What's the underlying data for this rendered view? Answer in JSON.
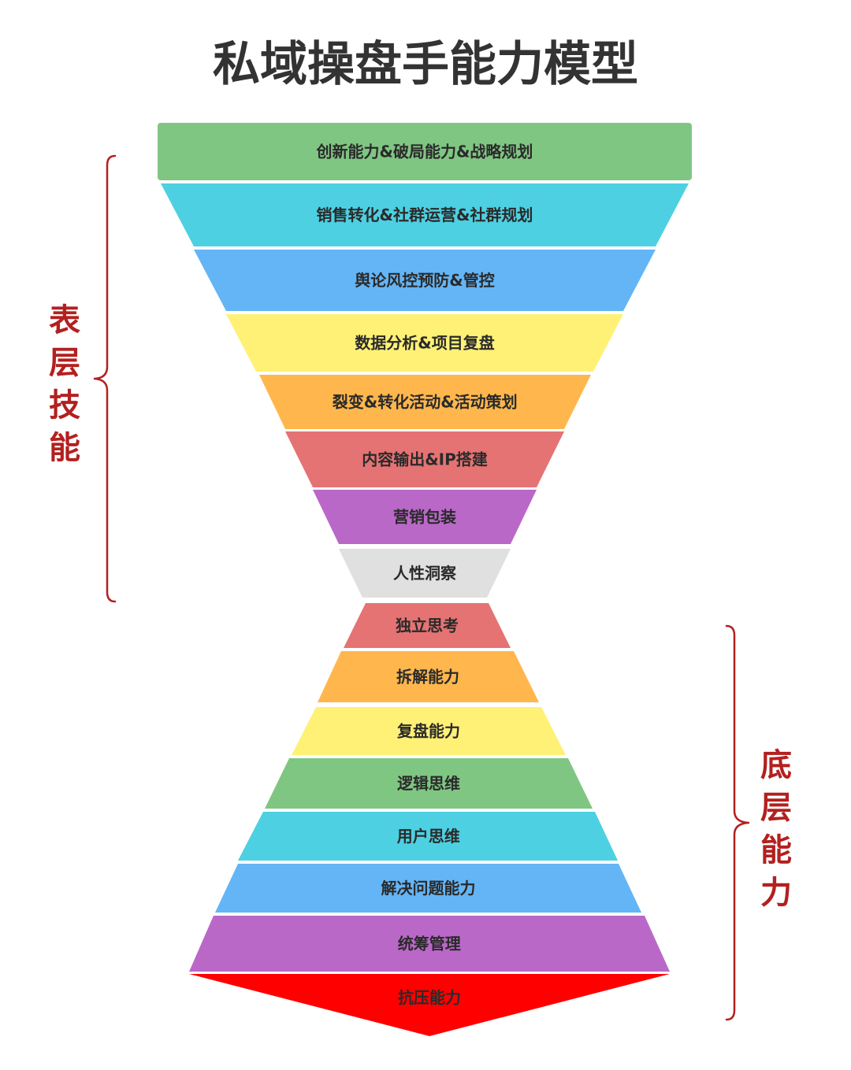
{
  "title": "私域操盘手能力模型",
  "accent_color": "#b3201f",
  "left_group": {
    "label_chars": [
      "表",
      "层",
      "技",
      "能"
    ]
  },
  "right_group": {
    "label_chars": [
      "底",
      "层",
      "能",
      "力"
    ]
  },
  "top_bands": [
    {
      "label": "创新能力&破局能力&战略规划",
      "color": "#80c683"
    },
    {
      "label": "销售转化&社群运营&社群规划",
      "color": "#4dd0e2"
    },
    {
      "label": "舆论风控预防&管控",
      "color": "#64b5f6"
    },
    {
      "label": "数据分析&项目复盘",
      "color": "#fff176"
    },
    {
      "label": "裂变&转化活动&活动策划",
      "color": "#ffb74d"
    },
    {
      "label": "内容输出&IP搭建",
      "color": "#e57373"
    },
    {
      "label": "营销包装",
      "color": "#ba68c8"
    },
    {
      "label": "人性洞察",
      "color": "#e0e0e0"
    }
  ],
  "bottom_bands": [
    {
      "label": "独立思考",
      "color": "#e57373"
    },
    {
      "label": "拆解能力",
      "color": "#ffb74d"
    },
    {
      "label": "复盘能力",
      "color": "#fff176"
    },
    {
      "label": "逻辑思维",
      "color": "#80c683"
    },
    {
      "label": "用户思维",
      "color": "#4dd0e2"
    },
    {
      "label": "解决问题能力",
      "color": "#64b5f6"
    },
    {
      "label": "统筹管理",
      "color": "#ba68c8"
    },
    {
      "label": "抗压能力",
      "color": "#ff0000"
    }
  ]
}
